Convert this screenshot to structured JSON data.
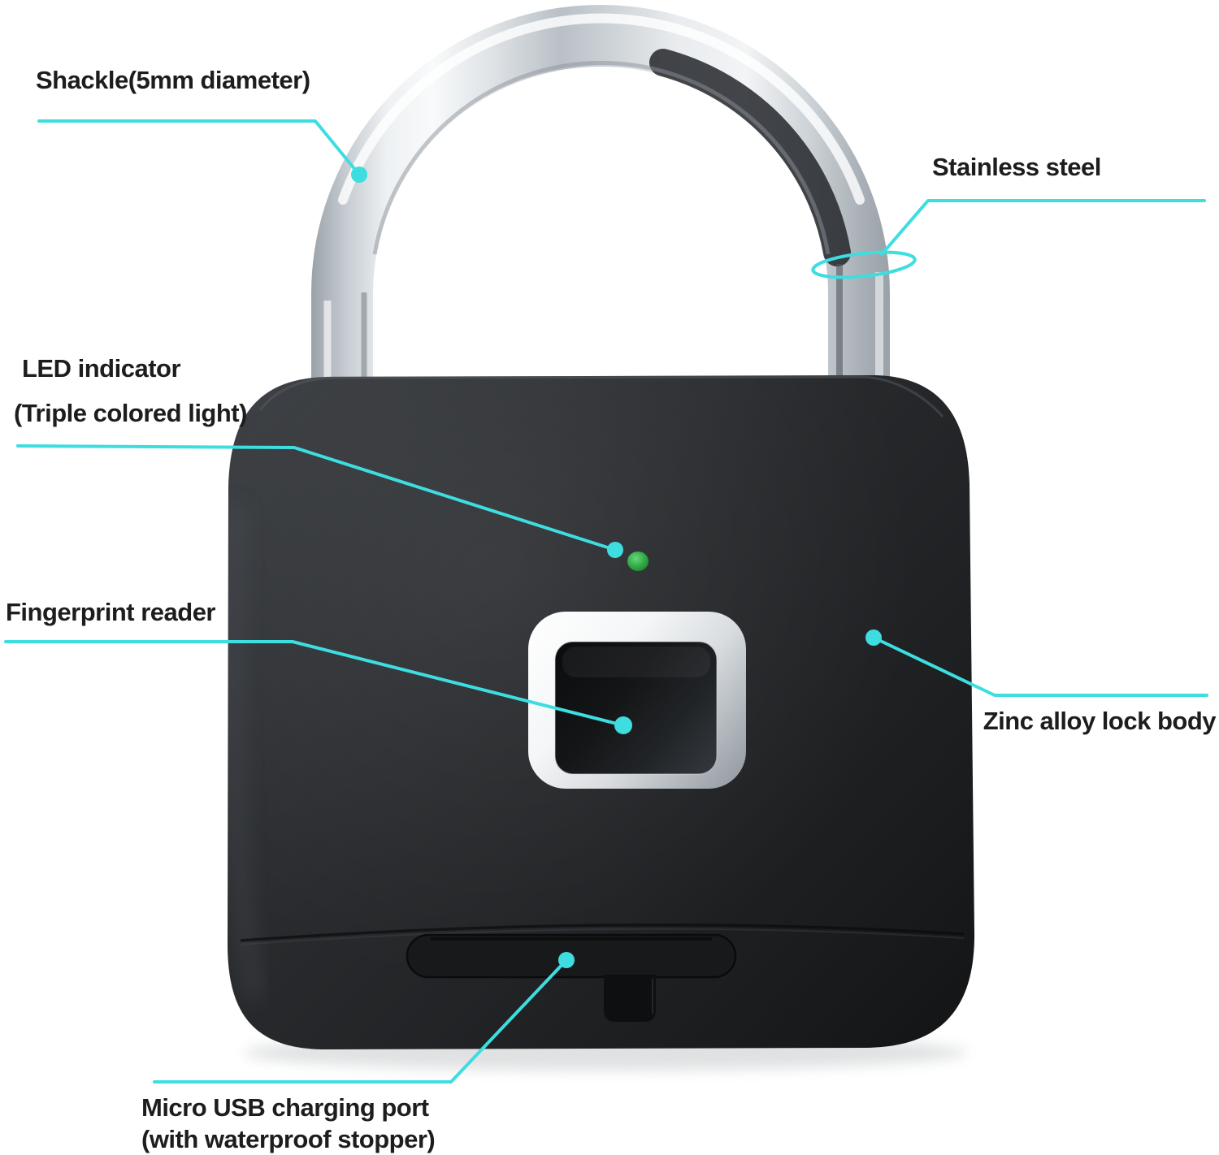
{
  "callouts": {
    "shackle": {
      "label": "Shackle(5mm diameter)"
    },
    "stainless_steel": {
      "label": "Stainless steel"
    },
    "led_indicator": {
      "line1": "LED indicator",
      "line2": "(Triple colored light)"
    },
    "fingerprint_reader": {
      "label": "Fingerprint reader"
    },
    "lock_body": {
      "label": "Zinc alloy lock body"
    },
    "usb_port": {
      "line1": "Micro USB charging port",
      "line2": "(with waterproof stopper)"
    }
  },
  "colors": {
    "background": "#ffffff",
    "callout_line": "#3edde0",
    "led_green": "#2fa945",
    "body_black": "#232528",
    "shackle_chrome": "#d9dde0",
    "fingerprint_frame_silver": "#e8ebee",
    "label_text": "#1d1d1d"
  }
}
